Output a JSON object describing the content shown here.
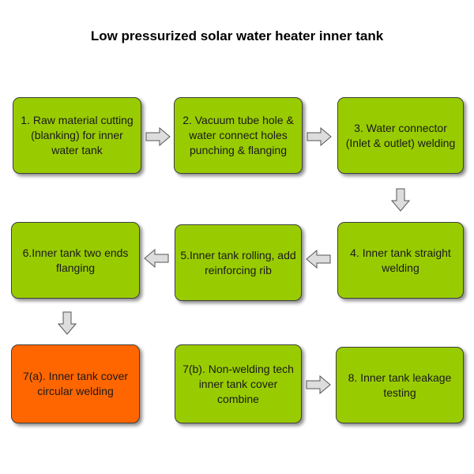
{
  "title": "Low pressurized solar water heater inner tank",
  "colors": {
    "step_fill": "#99cc00",
    "highlight_fill": "#ff6600",
    "arrow_fill": "#dddddd",
    "border": "#3f3f3f"
  },
  "steps": [
    {
      "id": "1",
      "text": "1. Raw material cutting (blanking) for inner water tank",
      "highlight": false
    },
    {
      "id": "2",
      "text": "2. Vacuum tube hole & water connect holes punching & flanging",
      "highlight": false
    },
    {
      "id": "3",
      "text": "3. Water connector (Inlet & outlet) welding",
      "highlight": false
    },
    {
      "id": "4",
      "text": "4. Inner tank straight welding",
      "highlight": false
    },
    {
      "id": "5",
      "text": "5.Inner tank rolling, add reinforcing rib",
      "highlight": false
    },
    {
      "id": "6",
      "text": "6.Inner tank two ends flanging",
      "highlight": false
    },
    {
      "id": "7a",
      "text": "7(a). Inner tank cover circular welding",
      "highlight": true
    },
    {
      "id": "7b",
      "text": "7(b). Non-welding tech inner tank cover combine",
      "highlight": false
    },
    {
      "id": "8",
      "text": "8. Inner tank leakage testing",
      "highlight": false
    }
  ],
  "connections": [
    {
      "from": "1",
      "to": "2",
      "direction": "right"
    },
    {
      "from": "2",
      "to": "3",
      "direction": "right"
    },
    {
      "from": "3",
      "to": "4",
      "direction": "down"
    },
    {
      "from": "4",
      "to": "5",
      "direction": "left"
    },
    {
      "from": "5",
      "to": "6",
      "direction": "left"
    },
    {
      "from": "6",
      "to": "7a",
      "direction": "down"
    },
    {
      "from": "7b",
      "to": "8",
      "direction": "right"
    }
  ]
}
